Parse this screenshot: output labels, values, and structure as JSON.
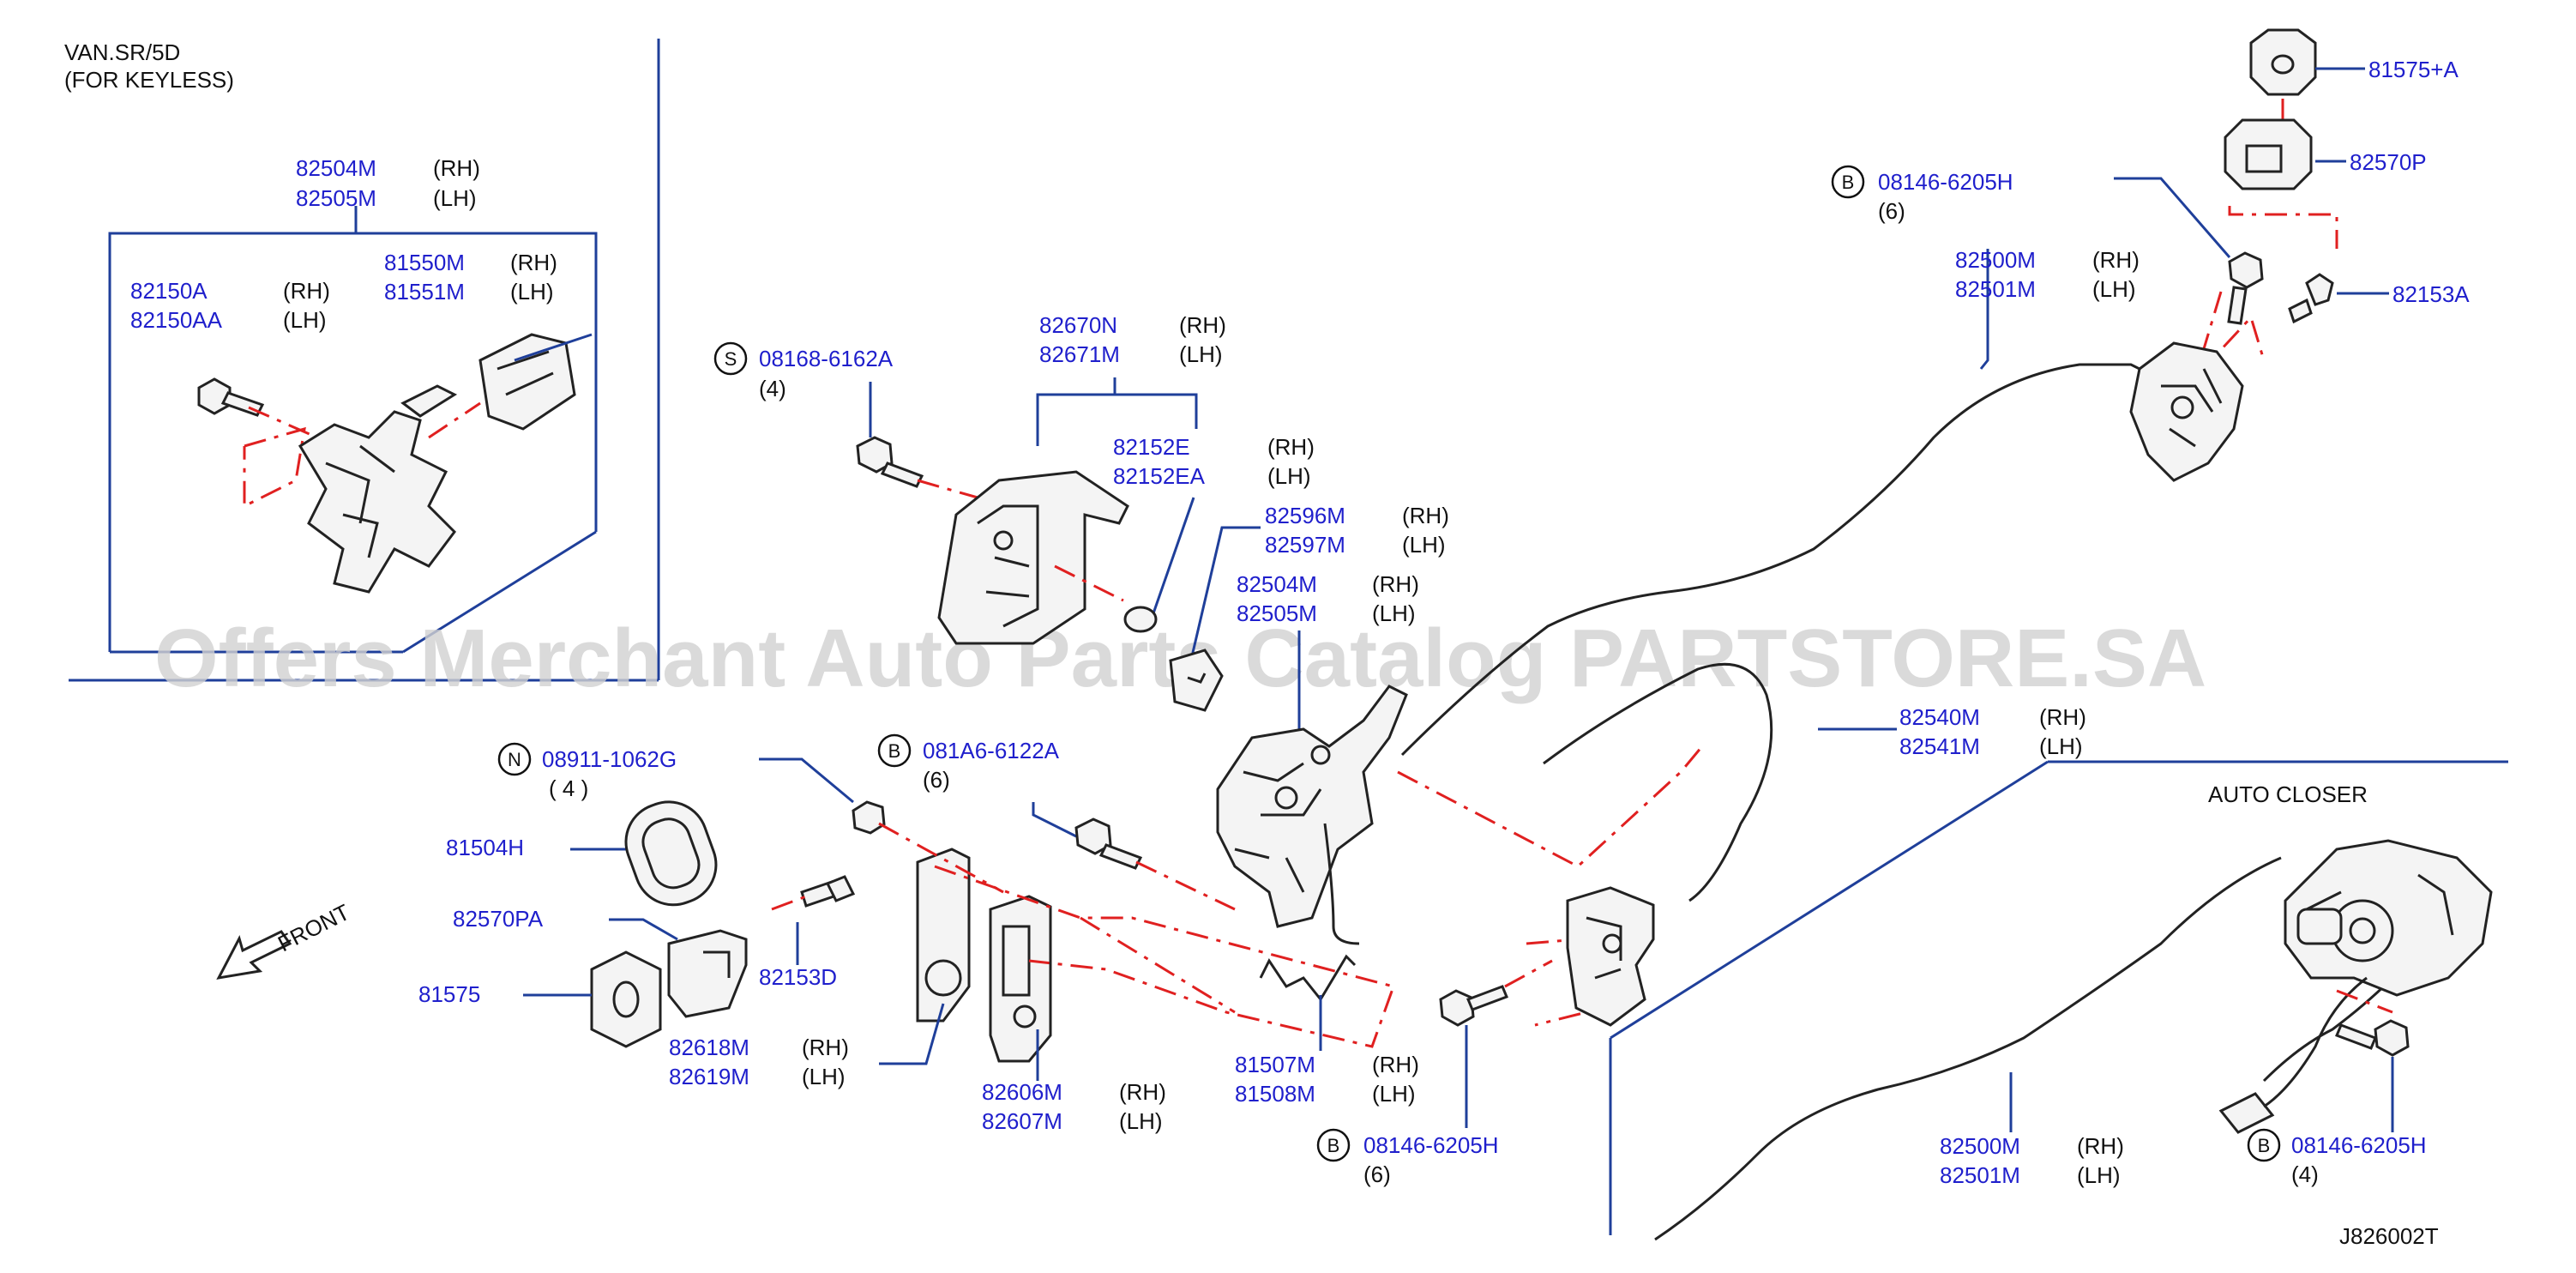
{
  "header": {
    "variant_line1": "VAN.SR/5D",
    "variant_line2": "(FOR   KEYLESS)",
    "auto_closer": "AUTO   CLOSER",
    "front": "FRONT",
    "diagram_id": "J826002T"
  },
  "watermark": "Offers Merchant Auto Parts Catalog PARTSTORE.SA",
  "parts": {
    "p82504m_box": "82504M",
    "rh_box": "(RH)",
    "p82505m_box": "82505M",
    "lh_box": "(LH)",
    "p82150a": "82150A",
    "rh_82150": "(RH)",
    "p82150aa": "82150AA",
    "lh_82150": "(LH)",
    "p81550m": "81550M",
    "rh_81550": "(RH)",
    "p81551m": "81551M",
    "lh_81550": "(LH)",
    "circ_s": "S",
    "p08168": "08168-6162A",
    "qty_08168": "(4)",
    "p82670n": "82670N",
    "rh_82670": "(RH)",
    "p82671m": "82671M",
    "lh_82670": "(LH)",
    "p82152e": "82152E",
    "rh_82152": "(RH)",
    "p82152ea": "82152EA",
    "lh_82152": "(LH)",
    "p82596m": "82596M",
    "rh_82596": "(RH)",
    "p82597m": "82597M",
    "lh_82596": "(LH)",
    "p82504m_c": "82504M",
    "rh_82504c": "(RH)",
    "p82505m_c": "82505M",
    "lh_82504c": "(LH)",
    "circ_b_top": "B",
    "p08146_top": "08146-6205H",
    "qty_08146_top": "(6)",
    "p81575a": "81575+A",
    "p82570p": "82570P",
    "p82500m_top": "82500M",
    "rh_82500t": "(RH)",
    "p82501m_top": "82501M",
    "lh_82500t": "(LH)",
    "p82153a": "82153A",
    "p82540m": "82540M",
    "rh_82540": "(RH)",
    "p82541m": "82541M",
    "lh_82540": "(LH)",
    "circ_n": "N",
    "p08911": "08911-1062G",
    "qty_08911": "(  4  )",
    "circ_b_mid": "B",
    "p081a6": "081A6-6122A",
    "qty_081a6": "(6)",
    "p81504h": "81504H",
    "p82570pa": "82570PA",
    "p81575": "81575",
    "p82153d": "82153D",
    "p82618m": "82618M",
    "rh_82618": "(RH)",
    "p82619m": "82619M",
    "lh_82618": "(LH)",
    "p82606m": "82606M",
    "rh_82606": "(RH)",
    "p82607m": "82607M",
    "lh_82606": "(LH)",
    "p81507m": "81507M",
    "rh_81507": "(RH)",
    "p81508m": "81508M",
    "lh_81507": "(LH)",
    "circ_b_bot": "B",
    "p08146_bot": "08146-6205H",
    "qty_08146_bot": "(6)",
    "p82500m_bot": "82500M",
    "rh_82500b": "(RH)",
    "p82501m_bot": "82501M",
    "lh_82500b": "(LH)",
    "circ_b_br": "B",
    "p08146_br": "08146-6205H",
    "qty_08146_br": "(4)"
  },
  "colors": {
    "part_number": "#1f1fcc",
    "leader": "#1f3f9a",
    "phantom": "#e02020",
    "outline": "#222222"
  }
}
